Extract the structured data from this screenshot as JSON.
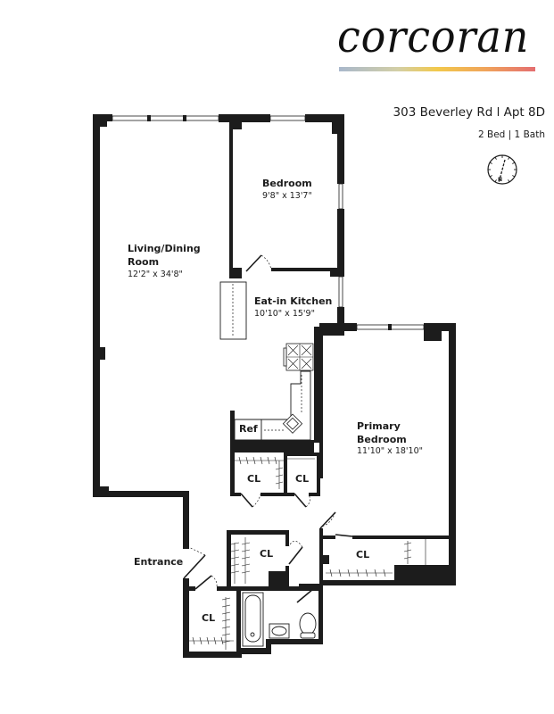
{
  "brand": {
    "name": "corcoran",
    "gradient_colors": [
      "#a9b8cc",
      "#d3cfa6",
      "#f2c94c",
      "#f0a35b",
      "#e46e70"
    ]
  },
  "listing": {
    "address": "303 Beverley Rd l Apt 8D",
    "summary": "2 Bed | 1 Bath"
  },
  "compass": {
    "icon": "compass-north-icon",
    "label": "N"
  },
  "rooms": {
    "living": {
      "name_line1": "Living/Dining",
      "name_line2": "Room",
      "dimensions": "12'2\" x 34'8\""
    },
    "bedroom": {
      "name": "Bedroom",
      "dimensions": "9'8\" x 13'7\""
    },
    "kitchen": {
      "name": "Eat-in Kitchen",
      "dimensions": "10'10\" x 15'9\""
    },
    "primary": {
      "name_line1": "Primary",
      "name_line2": "Bedroom",
      "dimensions": "11'10\" x 18'10\""
    },
    "entrance": {
      "name": "Entrance"
    },
    "fixtures": {
      "refrigerator": "Ref",
      "closet": "CL"
    }
  },
  "colors": {
    "wall": "#1c1c1c",
    "background": "#ffffff",
    "window": "#bfbfbf"
  }
}
